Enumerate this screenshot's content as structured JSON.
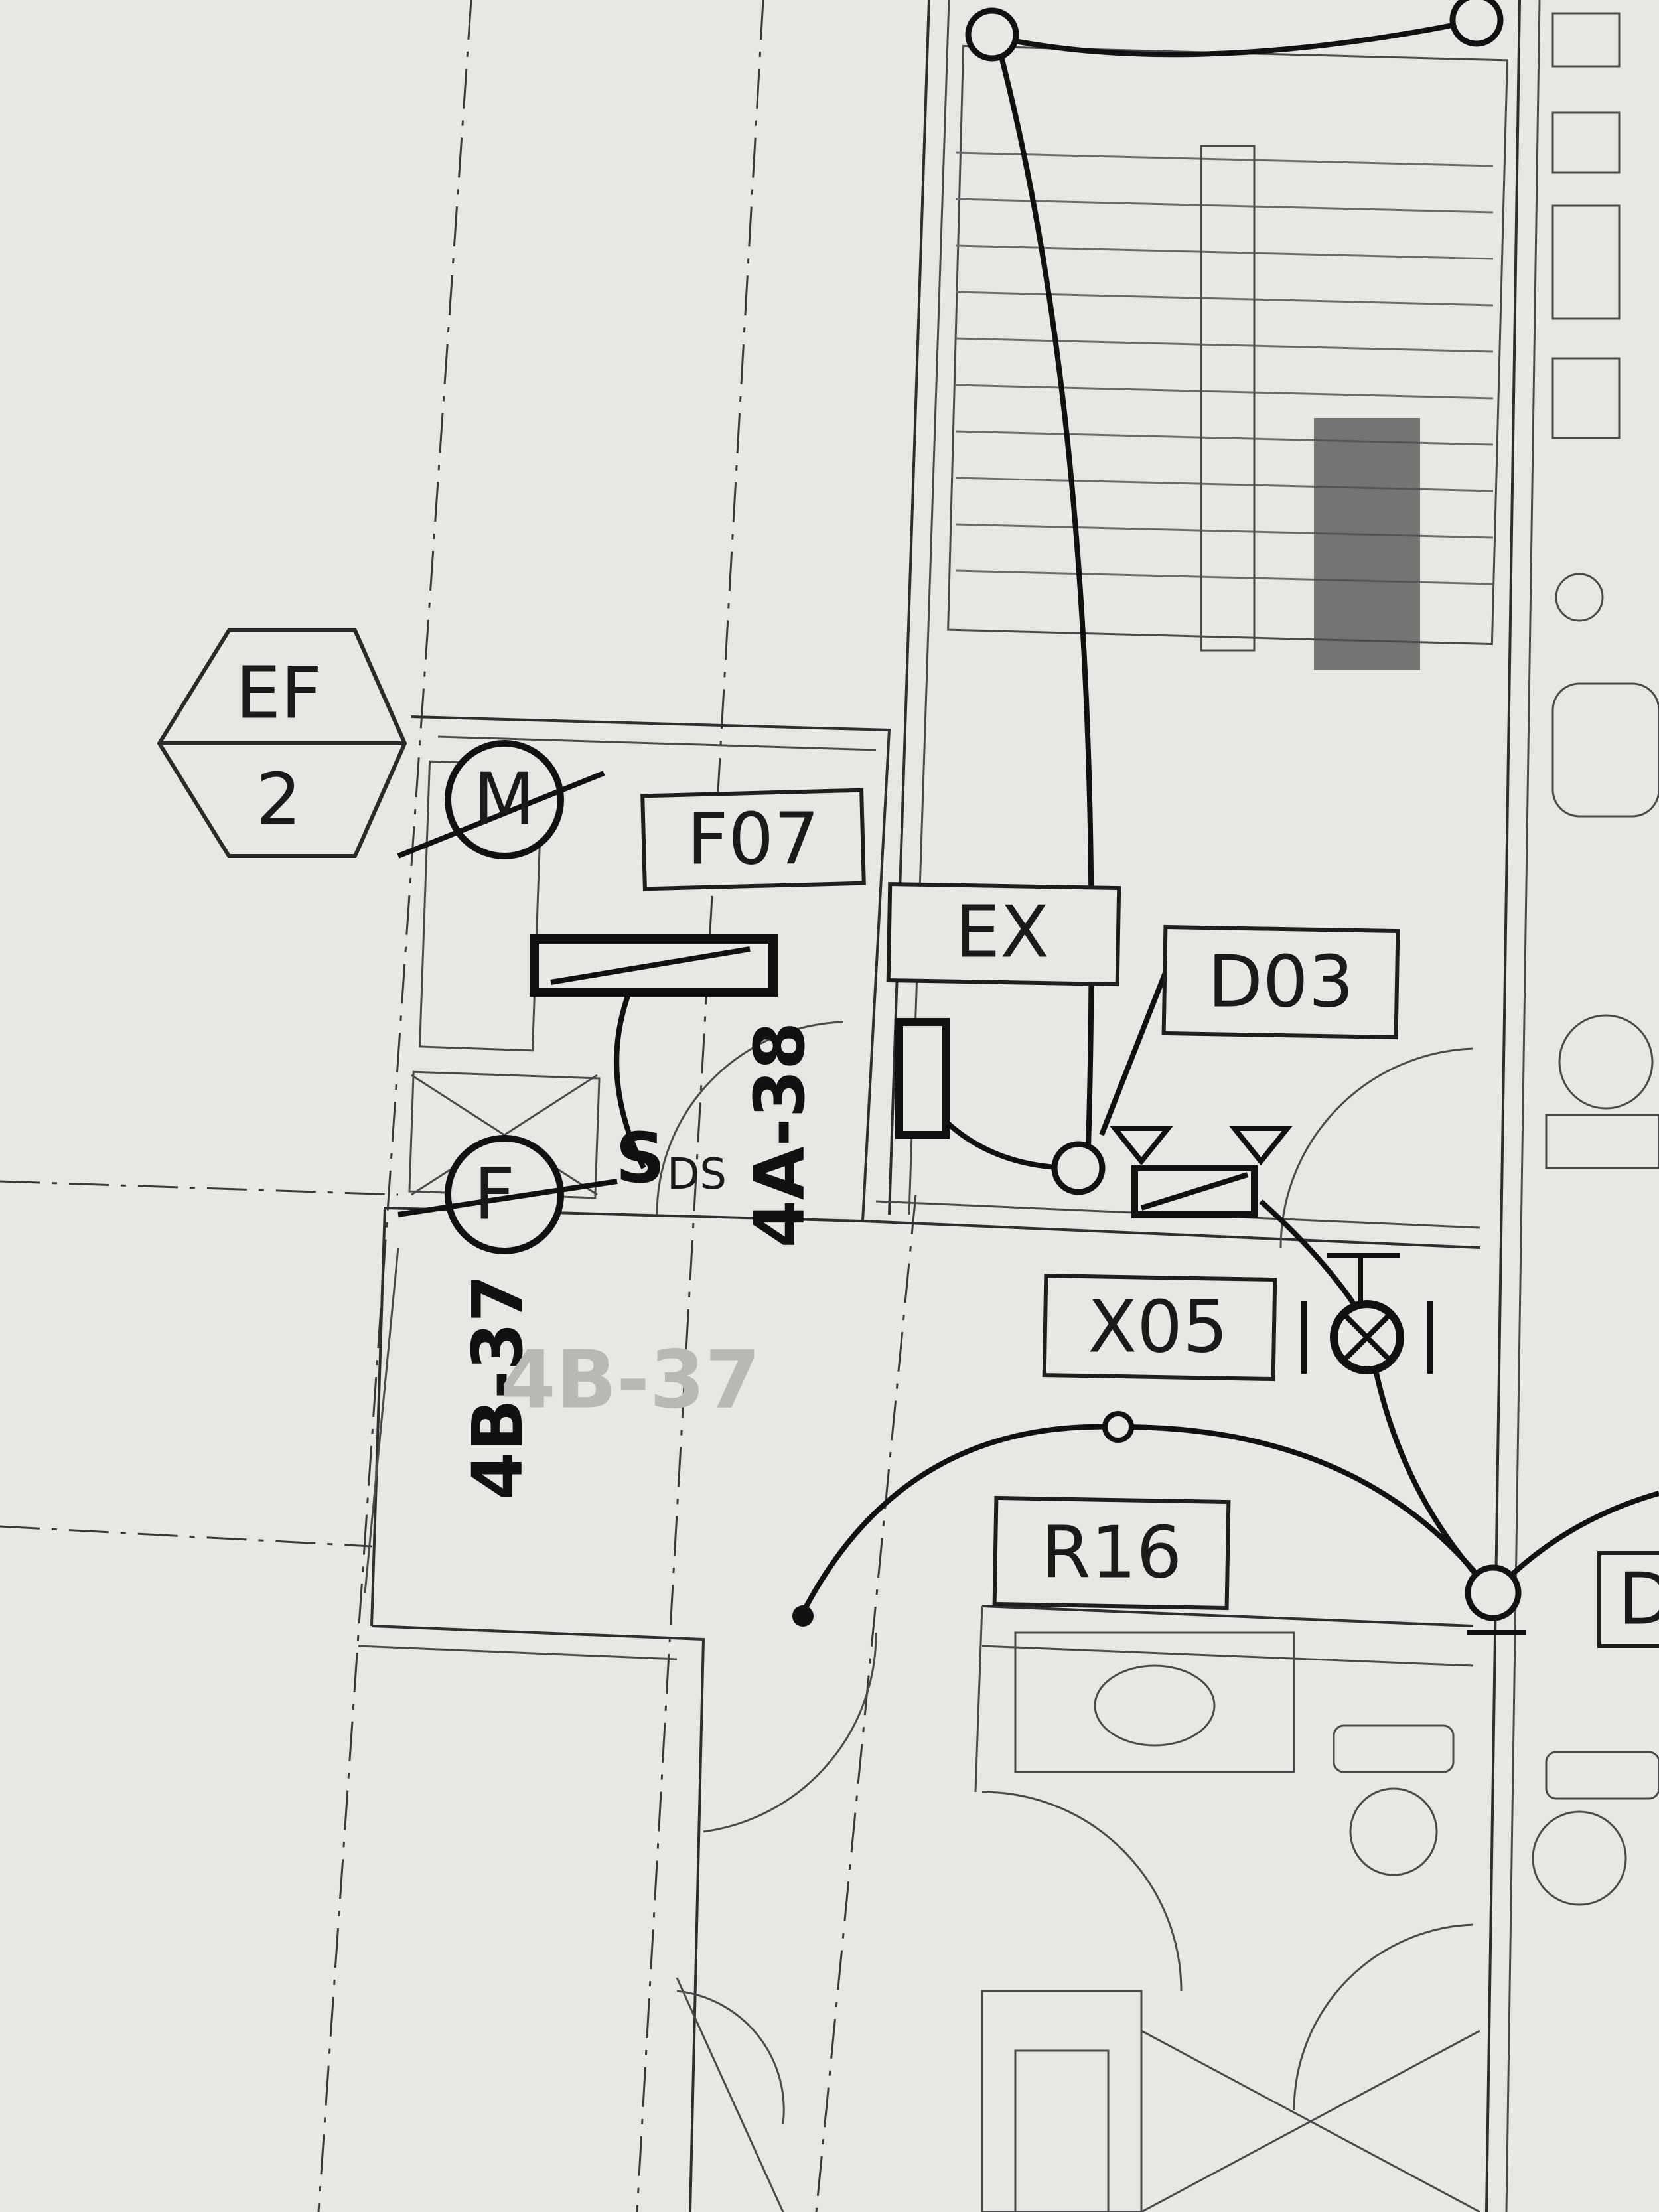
{
  "equipment_tag": {
    "top": "EF",
    "bottom": "2"
  },
  "tags": {
    "motor": "M",
    "flow": "F",
    "switch": "S",
    "switch_sub": "DS",
    "f07": "F07",
    "ex": "EX",
    "d03": "D03",
    "x05": "X05",
    "r16": "R16",
    "edge_partial": "D"
  },
  "circuits": {
    "left": "4B-37",
    "right": "4A-38",
    "ghost": "4B-37"
  }
}
